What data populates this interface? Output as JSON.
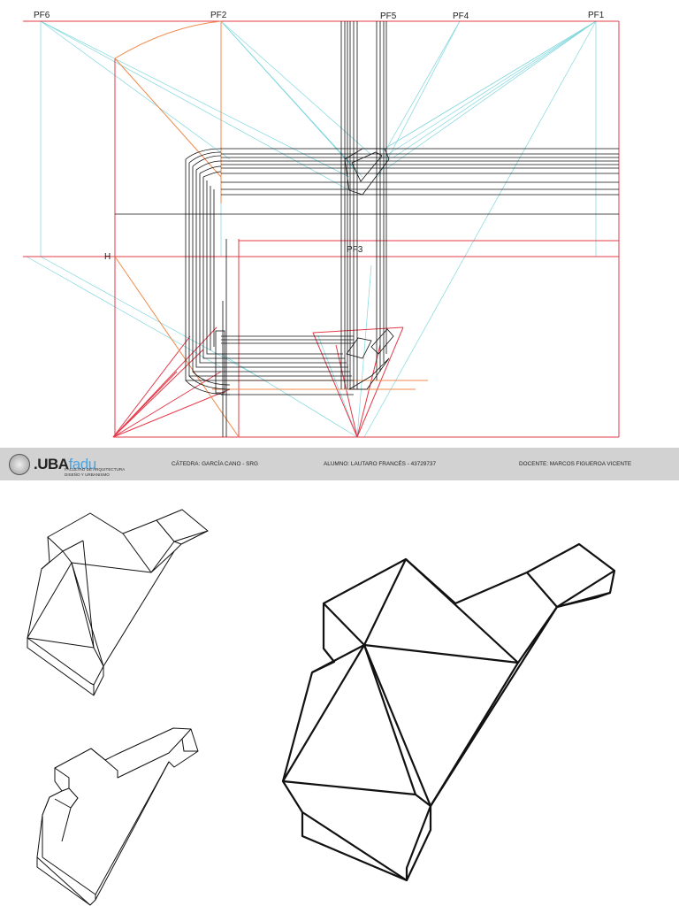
{
  "drawing": {
    "labels": {
      "pf6": "PF6",
      "pf2": "PF2",
      "pf5": "PF5",
      "pf4": "PF4",
      "pf1": "PF1",
      "pf3": "PF3",
      "horizon": "H"
    },
    "colors": {
      "frame": "#e53a4a",
      "projection": "#7fd6dd",
      "arc": "#f08a4b",
      "ink": "#111111"
    }
  },
  "title_block": {
    "logo_uba": ".UBA",
    "logo_fadu": "fadu",
    "logo_subtitle": "FACULTAD DE ARQUITECTURA\nDISEÑO Y URBANISMO",
    "catedra": "CÁTEDRA: GARCÍA CANO - SRG",
    "alumno": "ALUMNO: LAUTARO FRANCÉS - 43729737",
    "docente": "DOCENTE: MARCOS FIGUEROA VICENTE"
  }
}
